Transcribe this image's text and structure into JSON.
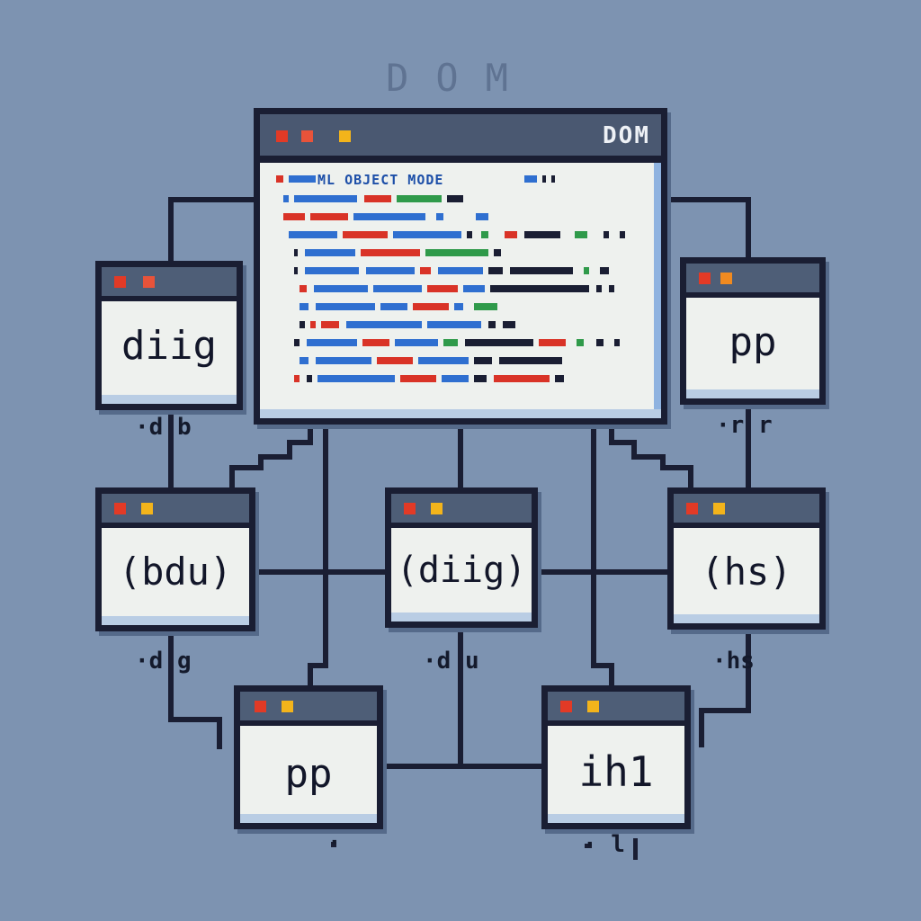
{
  "header": {
    "label": "DOM"
  },
  "main_window": {
    "title": "DOM",
    "heading": "ML OBJECT MODE"
  },
  "nodes": {
    "diig": {
      "label": "diig",
      "sublabel": "·d b"
    },
    "pp_right": {
      "label": "pp",
      "sublabel": "·r r"
    },
    "bdu": {
      "label": "(bdu)",
      "sublabel": "·d  g"
    },
    "diig_center": {
      "label": "(diig)",
      "sublabel": "·d u"
    },
    "hs": {
      "label": "(hs)",
      "sublabel": "·hs"
    },
    "pp_bottom": {
      "label": "pp",
      "sublabel": "·"
    },
    "h1": {
      "label": "ih1",
      "sublabel": "· l"
    }
  },
  "colors": {
    "background": "#7d93b1",
    "window_border": "#1a1e33",
    "titlebar": "#4e5e77",
    "window_body": "#eef1ee",
    "dot_red": "#e23a26",
    "dot_yellow": "#f3b41b",
    "code_blue": "#2f6fd0",
    "code_red": "#d93327",
    "code_green": "#2f9a4a",
    "code_dark": "#1a1e33"
  }
}
